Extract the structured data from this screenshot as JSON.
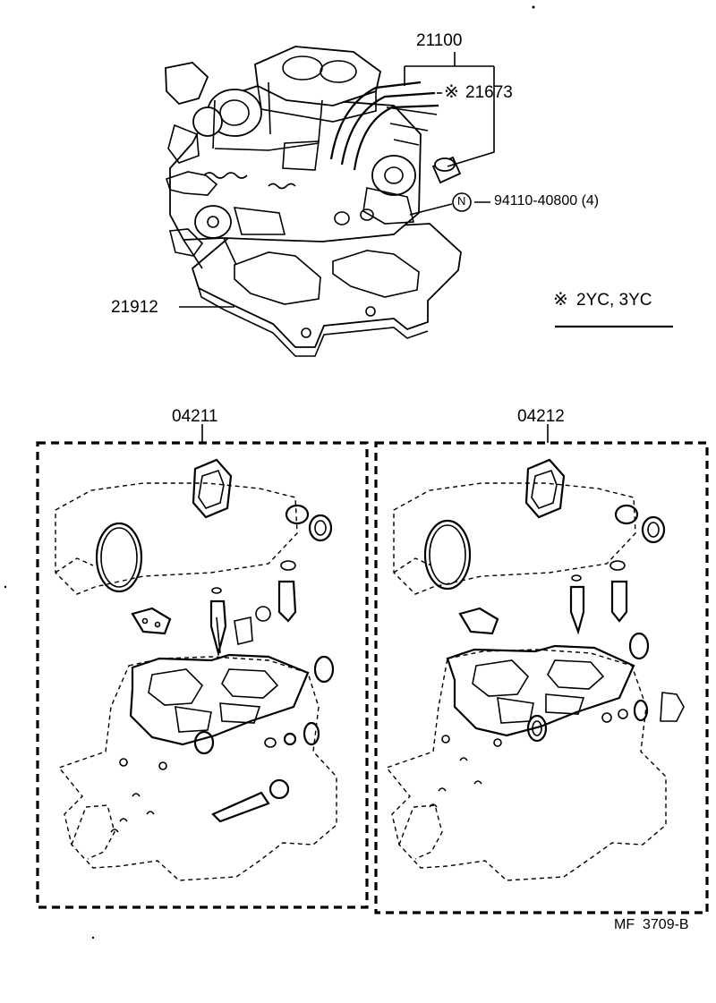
{
  "diagram": {
    "callouts": {
      "carb_assy": "21100",
      "note_part": "21673",
      "note_mark": "※",
      "circle_letter": "N",
      "bolt": "94110-40800 (4)",
      "insulator": "21912",
      "kit_left": "04211",
      "kit_right": "04212"
    },
    "applicability": {
      "mark": "※",
      "models": "2YC, 3YC"
    },
    "footer_code": "MF  3709-B"
  }
}
